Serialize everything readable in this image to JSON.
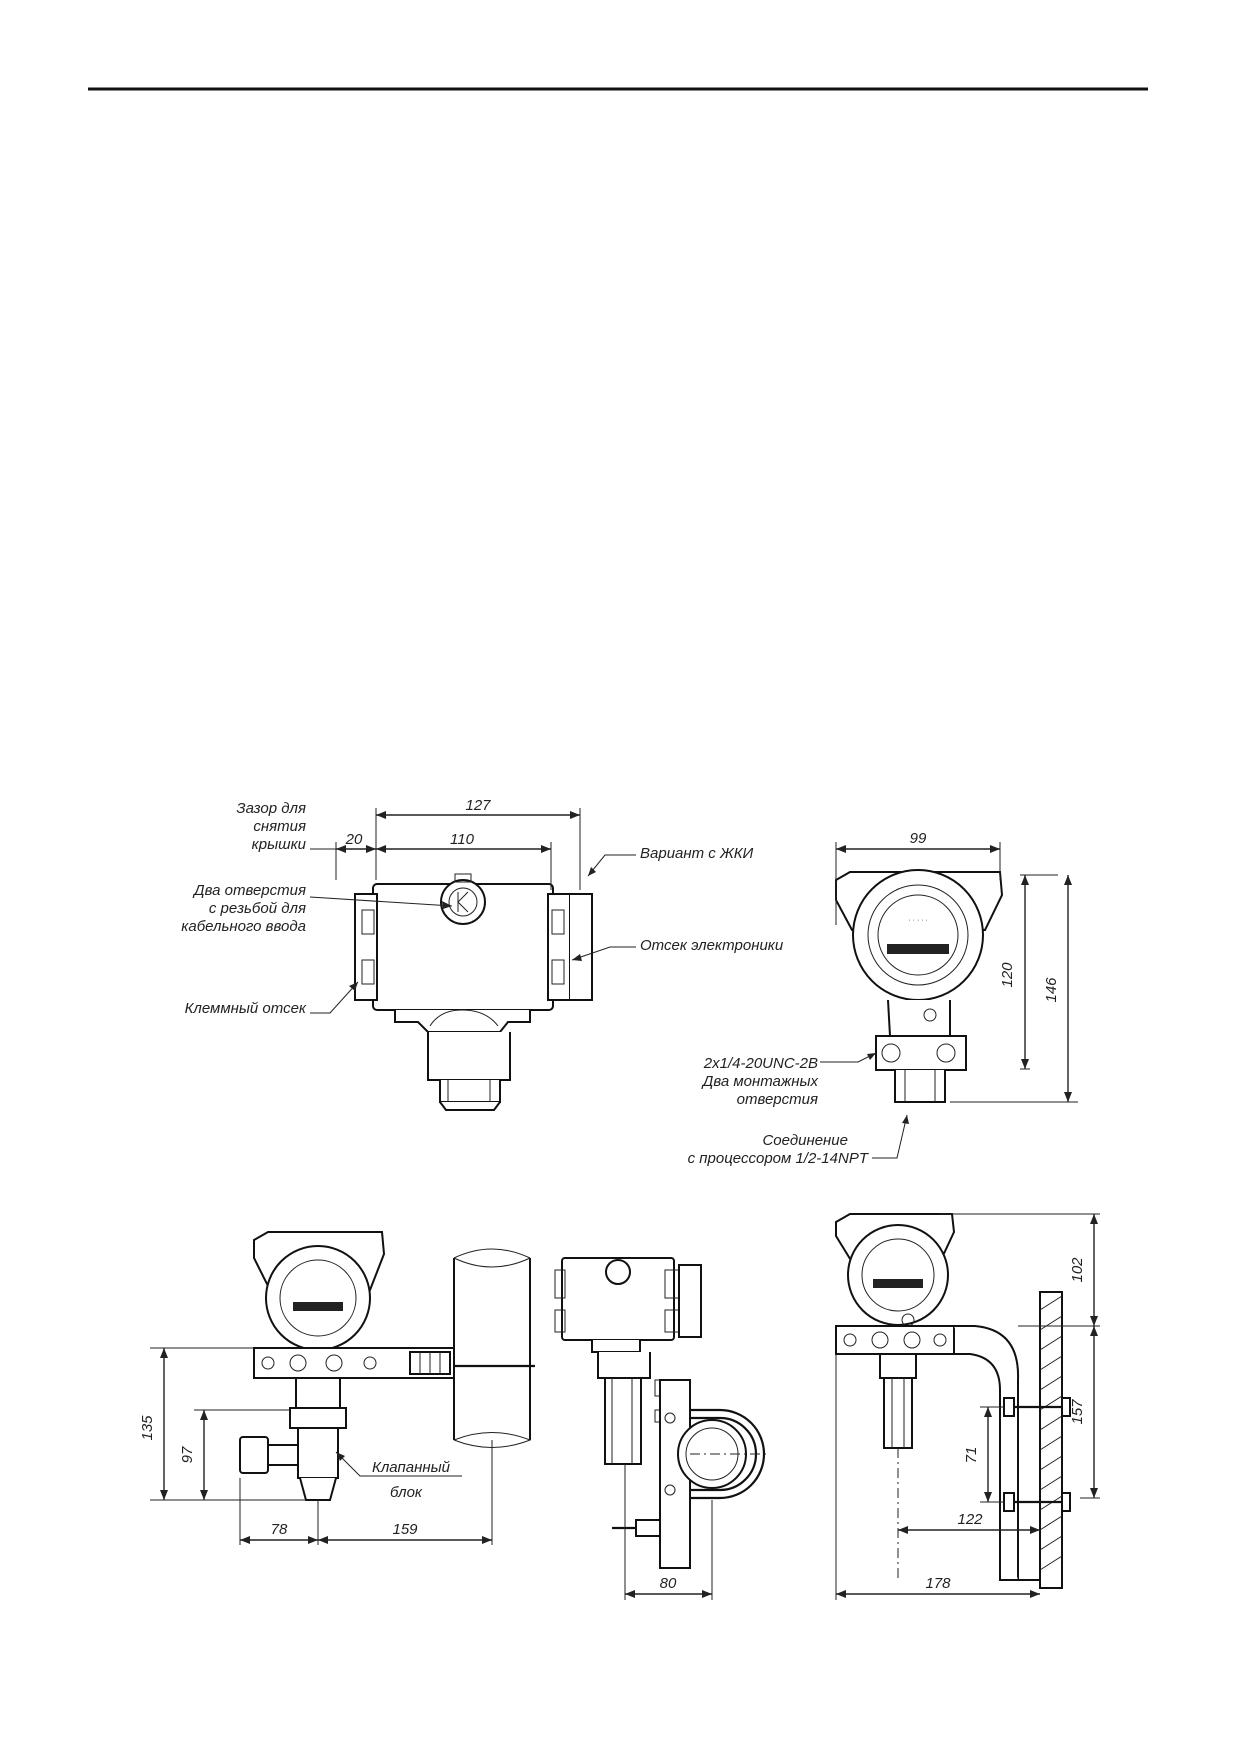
{
  "callouts": {
    "cover_clearance": [
      "Зазор для",
      "снятия",
      "крышки"
    ],
    "cable_entry": [
      "Два отверстия",
      "с резьбой для",
      "кабельного ввода"
    ],
    "terminal_compartment": "Клеммный отсек",
    "lcd_option": "Вариант с ЖКИ",
    "electronics_compartment": "Отсек электроники",
    "mounting_holes": [
      "2x1/4-20UNC-2B",
      "Два монтажных",
      "отверстия"
    ],
    "process_connection": [
      "Соединение",
      "с процессором 1/2-14NPT"
    ],
    "valve_block": [
      "Клапанный",
      "блок"
    ]
  },
  "dimensions": {
    "overall_length": "127",
    "cover_clearance": "20",
    "body_length": "110",
    "front_width": "99",
    "height_to_holes": "120",
    "overall_height": "146",
    "pipe_mount_height": "135",
    "manifold_height": "97",
    "manifold_offset": "78",
    "pipe_offset": "159",
    "clamp_width": "80",
    "top_height": "102",
    "bracket_height": "157",
    "bolt_spacing": "71",
    "bracket_reach": "122",
    "overall_reach": "178"
  },
  "icons": [
    "transmitter-housing",
    "pipe",
    "u-bolt-clamp",
    "mounting-bracket",
    "valve-manifold"
  ]
}
